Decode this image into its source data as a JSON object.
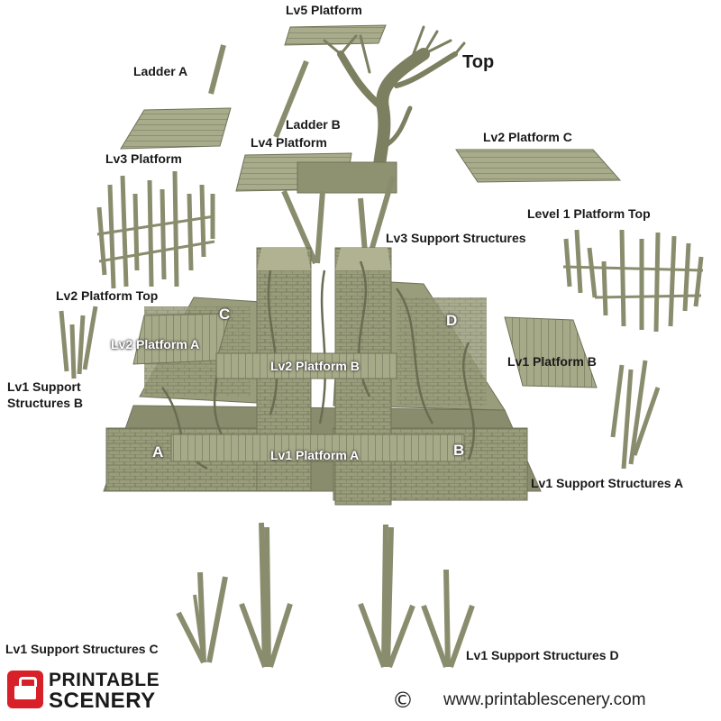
{
  "labels": {
    "lv5_platform": "Lv5 Platform",
    "top": "Top",
    "ladder_a": "Ladder A",
    "ladder_b": "Ladder B",
    "lv4_platform": "Lv4 Platform",
    "lv2_platform_c": "Lv2 Platform C",
    "lv3_platform": "Lv3 Platform",
    "level1_platform_top": "Level 1 Platform Top",
    "lv3_support_structures": "Lv3 Support Structures",
    "lv2_platform_top": "Lv2 Platform Top",
    "c": "C",
    "d": "D",
    "lv2_platform_a": "Lv2 Platform A",
    "lv2_platform_b": "Lv2 Platform B",
    "lv1_platform_b": "Lv1 Platform B",
    "lv1_support_structures_b": "Lv1 Support\nStructures B",
    "a": "A",
    "b": "B",
    "lv1_platform_a": "Lv1 Platform A",
    "lv1_support_structures_a": "Lv1 Support Structures A",
    "lv1_support_structures_c": "Lv1 Support Structures C",
    "lv1_support_structures_d": "Lv1 Support Structures D"
  },
  "logo": {
    "line1": "PRINTABLE",
    "line2": "SCENERY",
    "accent": "#d72027"
  },
  "footer": {
    "copyright_symbol": "©",
    "url": "www.printablescenery.com"
  },
  "colors": {
    "model": "#9a9d7b",
    "model_dark": "#6f7258",
    "model_light": "#b9bb9c",
    "background": "#ffffff"
  }
}
